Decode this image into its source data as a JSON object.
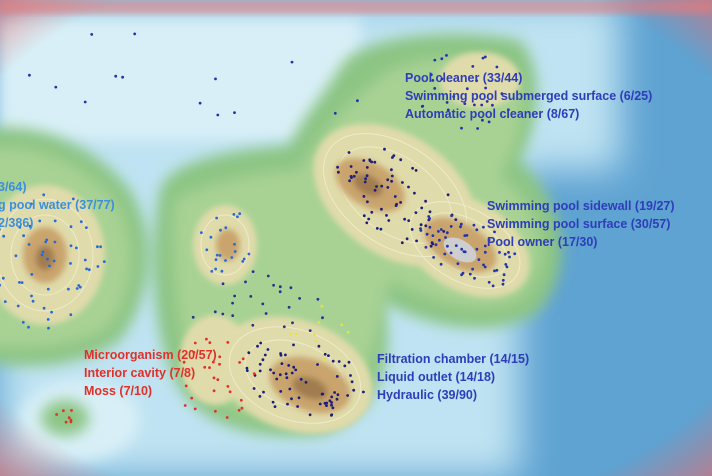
{
  "colors": {
    "ocean": "#5fa3d2",
    "shallow": "#bfe3f2",
    "land_low": "#8cc584",
    "land_mid": "#d7d2a0",
    "land_high": "#c9a46d",
    "peak": "#9d7a4c",
    "label_blue": "#2e3db8",
    "label_lightblue": "#3c8fd8",
    "label_red": "#e0302a"
  },
  "clusters": {
    "left": {
      "labels": [
        "3/64)",
        "g pool water (37/77)",
        "2/386)"
      ]
    },
    "top_right": {
      "labels": [
        "Pool cleaner (33/44)",
        "Swimming pool submerged surface (6/25)",
        "Automatic pool cleaner (8/67)"
      ]
    },
    "right": {
      "labels": [
        "Swimming pool sidewall (19/27)",
        "Swimming pool surface (30/57)",
        "Pool owner (17/30)"
      ]
    },
    "bottom_middle": {
      "labels": [
        "Filtration chamber (14/15)",
        "Liquid outlet (14/18)",
        "Hydraulic (39/90)"
      ]
    },
    "bottom_left": {
      "labels": [
        "Microorganism (20/57)",
        "Interior cavity (7/8)",
        "Moss (7/10)"
      ]
    }
  }
}
